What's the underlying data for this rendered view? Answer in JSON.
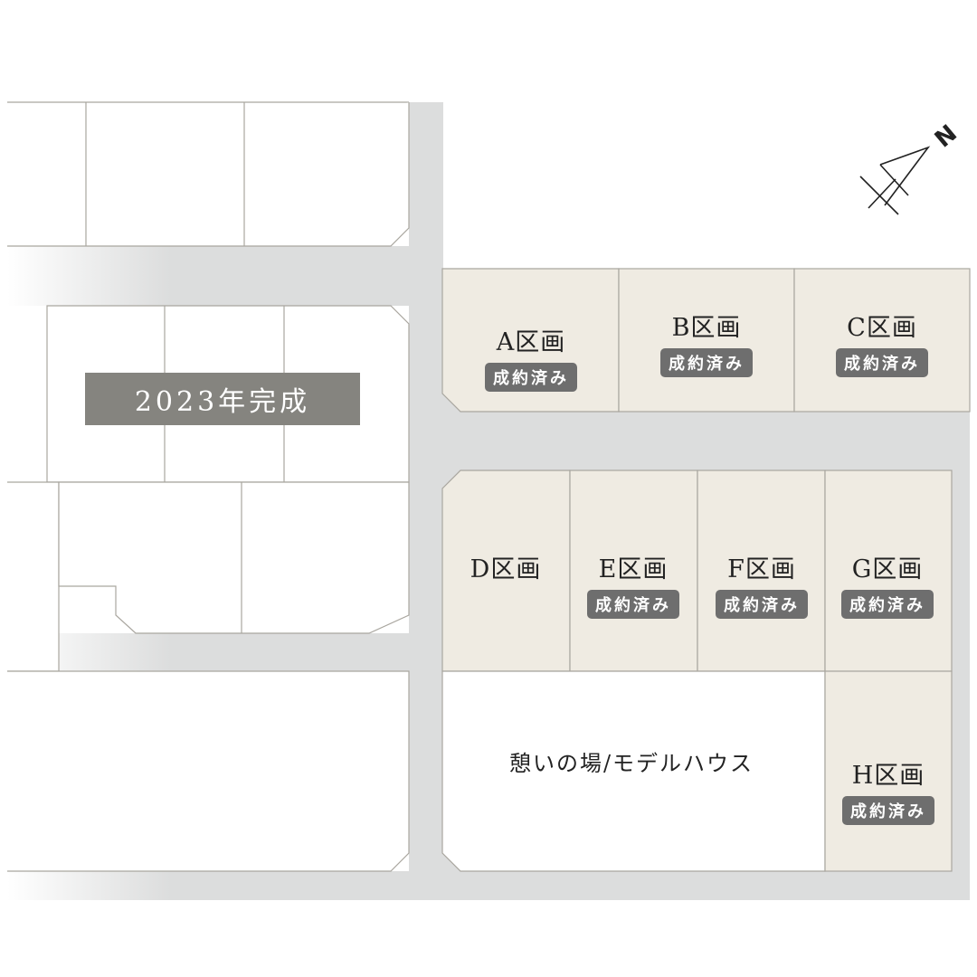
{
  "colors": {
    "road": "#dcdddd",
    "lot_fill": "#efebe2",
    "border": "#a9a69f",
    "badge": "#6e6e6e",
    "completed_label": "#85847f"
  },
  "north_label": "N",
  "completed_area": {
    "label": "2023年完成"
  },
  "lots": [
    {
      "name": "A区画",
      "status": "成約済み"
    },
    {
      "name": "B区画",
      "status": "成約済み"
    },
    {
      "name": "C区画",
      "status": "成約済み"
    },
    {
      "name": "D区画",
      "status": ""
    },
    {
      "name": "E区画",
      "status": "成約済み"
    },
    {
      "name": "F区画",
      "status": "成約済み"
    },
    {
      "name": "G区画",
      "status": "成約済み"
    },
    {
      "name": "H区画",
      "status": "成約済み"
    }
  ],
  "model_house": {
    "label": "憩いの場/モデルハウス"
  }
}
